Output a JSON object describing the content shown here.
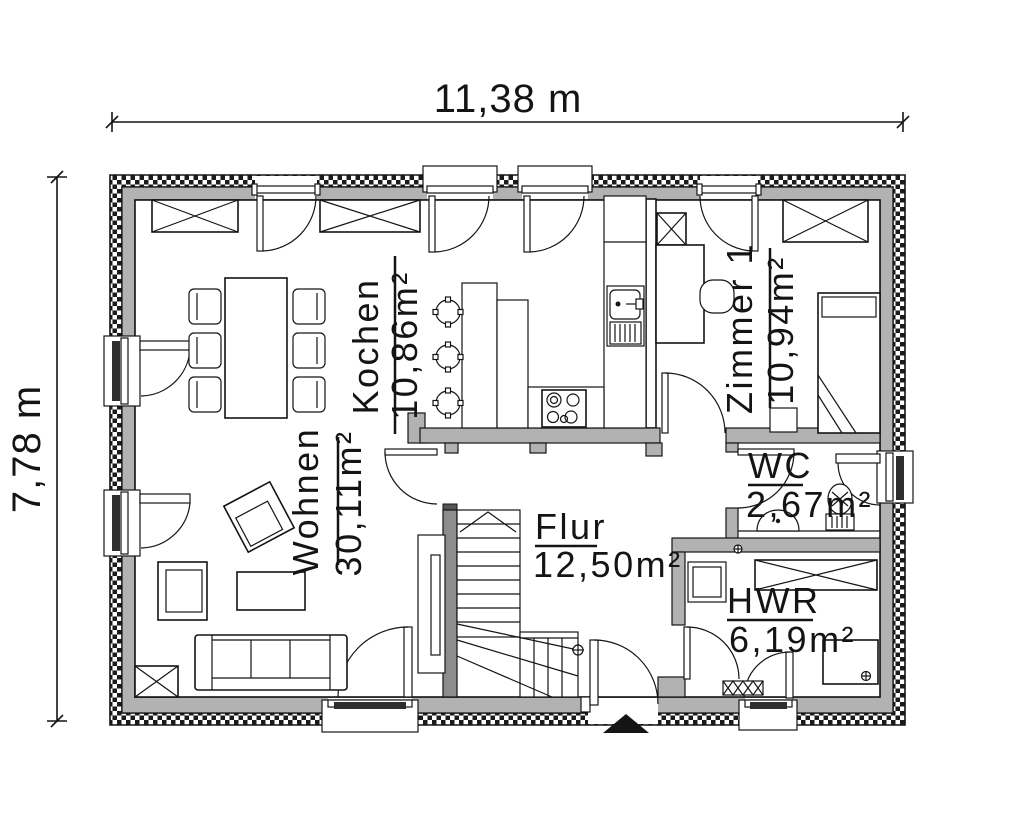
{
  "drawing": {
    "type": "floor-plan",
    "dimensions": {
      "width_label": "11,38 m",
      "height_label": "7,78 m"
    },
    "rooms": [
      {
        "id": "kochen",
        "name": "Kochen",
        "area": "10,86m²"
      },
      {
        "id": "zimmer1",
        "name": "Zimmer 1",
        "area": "10,94m²"
      },
      {
        "id": "wohnen",
        "name": "Wohnen",
        "area": "30,11m²"
      },
      {
        "id": "flur",
        "name": "Flur",
        "area": "12,50m²"
      },
      {
        "id": "wc",
        "name": "WC",
        "area": "2,67m²"
      },
      {
        "id": "hwr",
        "name": "HWR",
        "area": "6,19m²"
      }
    ],
    "colors": {
      "wall_gray": "#b2b2b2",
      "line_black": "#141414",
      "stair_stringer": "#8d8d8d"
    }
  }
}
